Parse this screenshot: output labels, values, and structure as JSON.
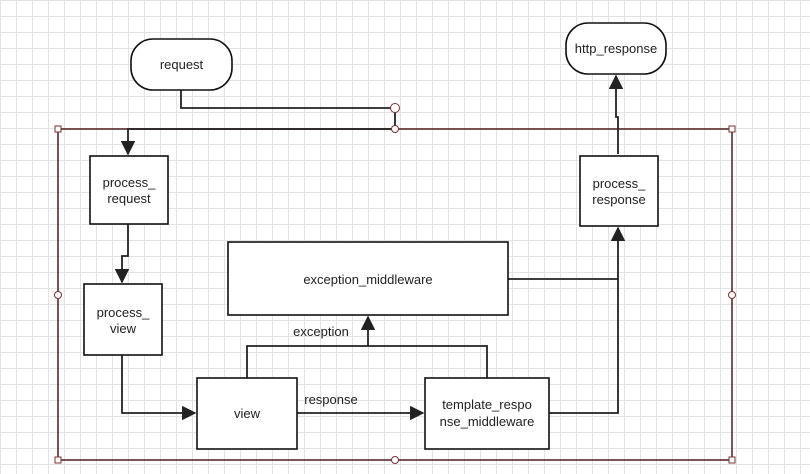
{
  "nodes": {
    "request": "request",
    "http_response": "http_response",
    "process_request": [
      "process_",
      "request"
    ],
    "process_view": [
      "process_",
      "view"
    ],
    "exception_middleware": "exception_middleware",
    "view": "view",
    "template_response_middleware": [
      "template_respo",
      "nse_middleware"
    ],
    "process_response": [
      "process_",
      "response"
    ]
  },
  "edges": {
    "exception": "exception",
    "response": "response"
  },
  "colors": {
    "line": "#222222",
    "frame": "#5a2a2a",
    "handle": "#7a3030"
  }
}
